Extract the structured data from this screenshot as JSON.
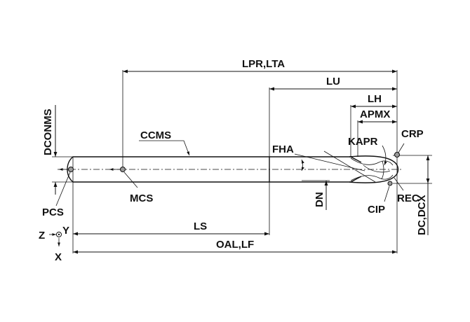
{
  "labels": {
    "lpr_lta": "LPR,LTA",
    "lu": "LU",
    "lh": "LH",
    "apmx": "APMX",
    "crp": "CRP",
    "dconms": "DCONMS",
    "ccms": "CCMS",
    "fha": "FHA",
    "kapr": "KAPR",
    "pcs": "PCS",
    "mcs": "MCS",
    "dn": "DN",
    "cip": "CIP",
    "rec": "REC",
    "dc_dcx": "DC,DCX",
    "ls": "LS",
    "oal_lf": "OAL,LF",
    "axis_z": "Z",
    "axis_y": "Y",
    "axis_x": "X"
  }
}
